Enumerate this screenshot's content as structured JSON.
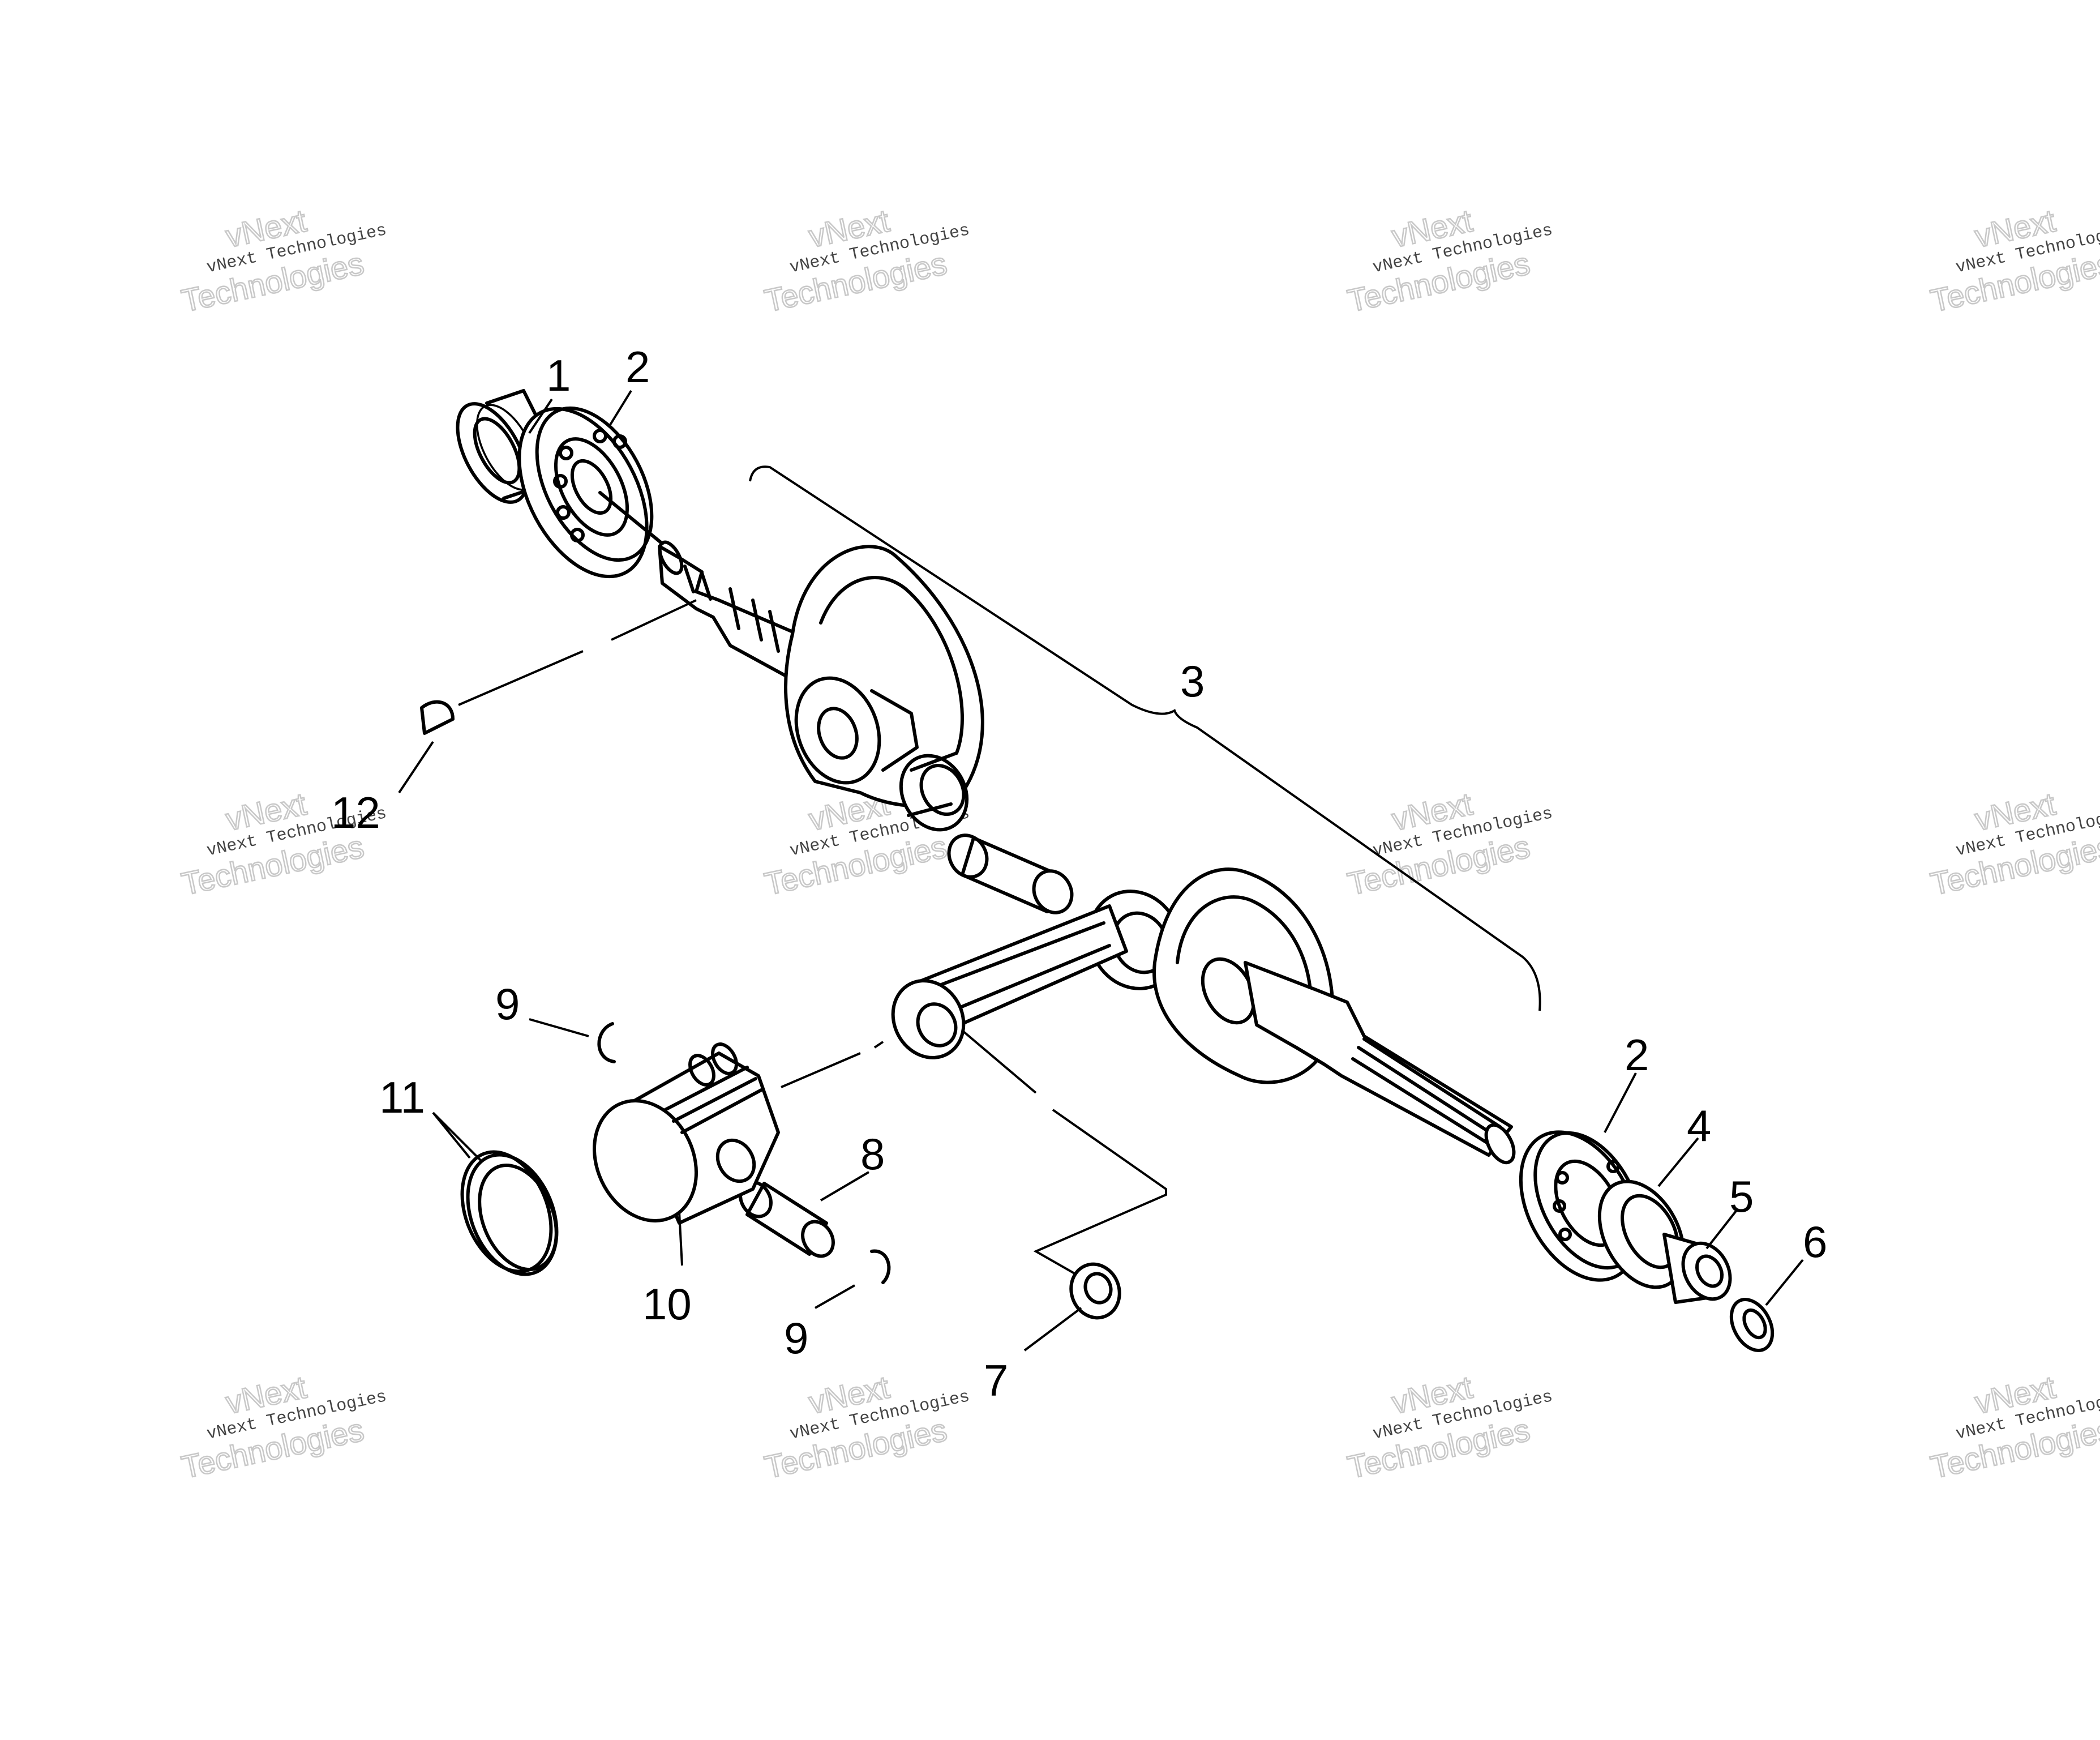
{
  "diagram": {
    "callouts": [
      "1",
      "2",
      "3",
      "12",
      "9",
      "11",
      "10",
      "8",
      "9",
      "7",
      "2",
      "4",
      "5",
      "6"
    ]
  },
  "watermark": {
    "line1": "vNext",
    "line2": "vNext Technologies",
    "line3": "Technologies"
  }
}
